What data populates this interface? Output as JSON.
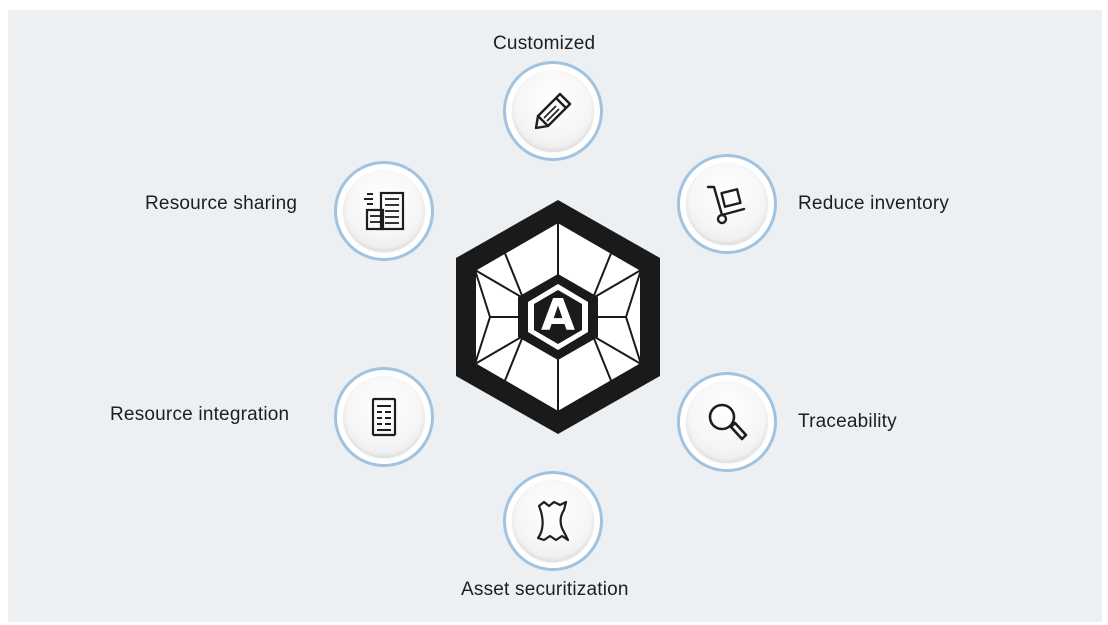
{
  "diagram": {
    "center_logo_letter": "A",
    "nodes": [
      {
        "label": "Customized",
        "icon": "pencil-icon"
      },
      {
        "label": "Reduce inventory",
        "icon": "hand-truck-icon"
      },
      {
        "label": "Traceability",
        "icon": "magnifier-icon"
      },
      {
        "label": "Asset securitization",
        "icon": "torn-document-icon"
      },
      {
        "label": "Resource integration",
        "icon": "document-list-icon"
      },
      {
        "label": "Resource sharing",
        "icon": "shared-documents-icon"
      }
    ],
    "colors": {
      "background": "#edf0f3",
      "ring": "#9fc3e0",
      "ink": "#1e1e1e",
      "hub": "#1a1a1a"
    }
  }
}
